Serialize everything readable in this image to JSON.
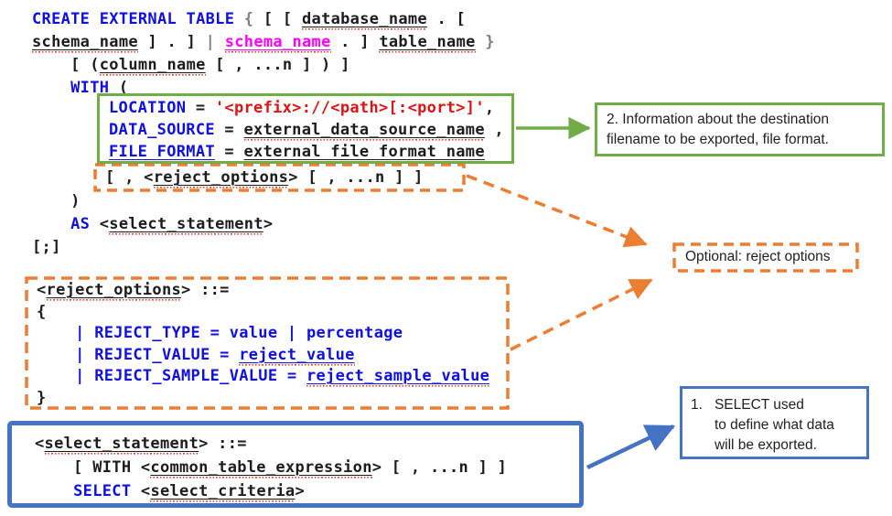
{
  "colors": {
    "green": "#70ad47",
    "orange": "#ed7d31",
    "blue": "#4472c4",
    "keyword_blue": "#0e0ee6",
    "string_red": "#e01212",
    "identifier_magenta": "#ff00ff",
    "pipe_gray": "#7f7f7f",
    "squiggle_red": "#e8402a",
    "text_black": "#1c1c1c"
  },
  "code": {
    "top": [
      [
        {
          "s": "kw",
          "t": "CREATE EXTERNAL TABLE"
        },
        {
          "s": "g",
          "t": " {"
        },
        {
          "s": "pl",
          "t": " [ [ "
        },
        {
          "s": "id",
          "t": "database_name"
        },
        {
          "s": "pl",
          "t": " . ["
        }
      ],
      [
        {
          "s": "id",
          "t": "schema_name"
        },
        {
          "s": "pl",
          "t": " ] . ] "
        },
        {
          "s": "g",
          "t": "|"
        },
        {
          "s": "pl",
          "t": " "
        },
        {
          "s": "idm",
          "t": "schema_name"
        },
        {
          "s": "pl",
          "t": " . ] "
        },
        {
          "s": "id",
          "t": "table_name"
        },
        {
          "s": "g",
          "t": " }"
        }
      ],
      [
        {
          "s": "pl",
          "t": "    [ ("
        },
        {
          "s": "id",
          "t": "column_name"
        },
        {
          "s": "pl",
          "t": " [ , ...n ] ) ]"
        }
      ],
      [
        {
          "s": "pl",
          "t": "    "
        },
        {
          "s": "kw",
          "t": "WITH"
        },
        {
          "s": "pl",
          "t": " ("
        }
      ]
    ],
    "green_box": [
      [
        {
          "s": "kw",
          "t": "LOCATION"
        },
        {
          "s": "pl",
          "t": " = "
        },
        {
          "s": "str",
          "t": "'<prefix>://<path>[:<port>]'"
        },
        {
          "s": "pl",
          "t": ","
        }
      ],
      [
        {
          "s": "kw",
          "t": "DATA_SOURCE"
        },
        {
          "s": "pl",
          "t": " = "
        },
        {
          "s": "id",
          "t": "external_data_source_name"
        },
        {
          "s": "pl",
          "t": " ,"
        }
      ],
      [
        {
          "s": "kwu",
          "t": "FILE FORMAT"
        },
        {
          "s": "pl",
          "t": " = "
        },
        {
          "s": "ub",
          "t": "external file format name"
        }
      ]
    ],
    "reject_inline": [
      [
        {
          "s": "pl",
          "t": "[ , <"
        },
        {
          "s": "id",
          "t": "reject_options"
        },
        {
          "s": "pl",
          "t": "> [ , ...n ] ]"
        }
      ]
    ],
    "after": [
      [
        {
          "s": "pl",
          "t": "    )"
        }
      ],
      [
        {
          "s": "pl",
          "t": "    "
        },
        {
          "s": "kw",
          "t": "AS"
        },
        {
          "s": "pl",
          "t": " <"
        },
        {
          "s": "id",
          "t": "select_statement"
        },
        {
          "s": "pl",
          "t": ">"
        }
      ],
      [
        {
          "s": "pl",
          "t": "[;]"
        }
      ]
    ],
    "reject_block": [
      [
        {
          "s": "pl",
          "t": "<"
        },
        {
          "s": "id",
          "t": "reject_options"
        },
        {
          "s": "pl",
          "t": "> ::="
        }
      ],
      [
        {
          "s": "pl",
          "t": "{"
        }
      ],
      [
        {
          "s": "kw",
          "t": "    | REJECT_TYPE = value | percentage"
        }
      ],
      [
        {
          "s": "kw",
          "t": "    | REJECT_VALUE = "
        },
        {
          "s": "idb",
          "t": "reject_value"
        }
      ],
      [
        {
          "s": "kw",
          "t": "    | REJECT_SAMPLE_VALUE = "
        },
        {
          "s": "idb",
          "t": "reject_sample_value"
        }
      ],
      [
        {
          "s": "pl",
          "t": "}"
        }
      ]
    ],
    "select_block": [
      [
        {
          "s": "pl",
          "t": "<"
        },
        {
          "s": "id",
          "t": "select_statement"
        },
        {
          "s": "pl",
          "t": "> ::="
        }
      ],
      [
        {
          "s": "pl",
          "t": "    [ WITH <"
        },
        {
          "s": "id",
          "t": "common_table_expression"
        },
        {
          "s": "pl",
          "t": "> [ , ...n ] ]"
        }
      ],
      [
        {
          "s": "pl",
          "t": "    "
        },
        {
          "s": "kw",
          "t": "SELECT"
        },
        {
          "s": "pl",
          "t": " <"
        },
        {
          "s": "id",
          "t": "select_criteria"
        },
        {
          "s": "pl",
          "t": ">"
        }
      ]
    ]
  },
  "callouts": {
    "destination": {
      "text": "2. Information about the destination filename to be exported, file format."
    },
    "reject": {
      "text": "Optional: reject options"
    },
    "select": {
      "number": "1.",
      "line1": "SELECT used",
      "line2": "to define what data",
      "line3": "will be exported."
    }
  }
}
